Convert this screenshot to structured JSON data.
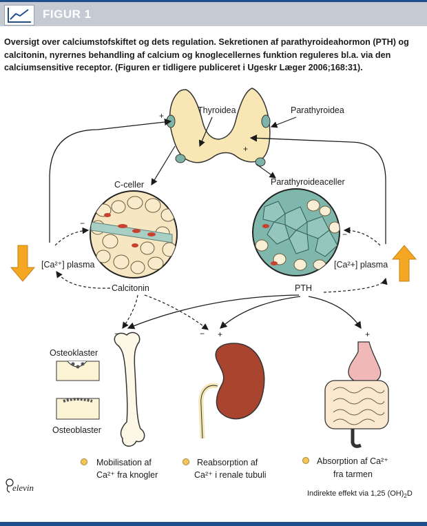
{
  "header": {
    "title": "FIGUR 1",
    "icon": "chart-line-icon"
  },
  "caption": "Oversigt over calciumstofskiftet og dets regulation. Sekretionen af parathyroideahormon (PTH) og calcitonin, nyrernes behandling af calcium og knoglecellernes funktion reguleres bl.a. via den calciumsensitive receptor. (Figuren er tidligere publiceret i Ugeskr Læger 2006;168:31).",
  "labels": {
    "thyroidea": "Thyroidea",
    "parathyroidea": "Parathyroidea",
    "c_celler": "C-celler",
    "parathyroideaceller": "Parathyroideaceller",
    "ca_plasma_left": "[Ca²⁺] plasma",
    "ca_plasma_right": "[Ca²+] plasma",
    "calcitonin": "Calcitonin",
    "pth": "PTH",
    "osteoklaster": "Osteoklaster",
    "osteoblaster": "Osteoblaster"
  },
  "effects": [
    {
      "line1": "Mobilisation af",
      "line2": "Ca²⁺ fra knogler"
    },
    {
      "line1": "Reabsorption af",
      "line2": "Ca²⁺ i renale tubuli"
    },
    {
      "line1": "Absorption af Ca²⁺",
      "line2": "fra tarmen"
    }
  ],
  "indirect_note": "Indirekte effekt via  1,25 (OH)",
  "indirect_sub": "2",
  "indirect_end": "D",
  "logo_text": "elevin",
  "colors": {
    "accent": "#1f4e8c",
    "header_bg": "#c6cad2",
    "arrow_orange": "#f5a623",
    "gland": "#f8e6b4",
    "bullet": "#f3c55a",
    "kidney": "#a9452f"
  }
}
